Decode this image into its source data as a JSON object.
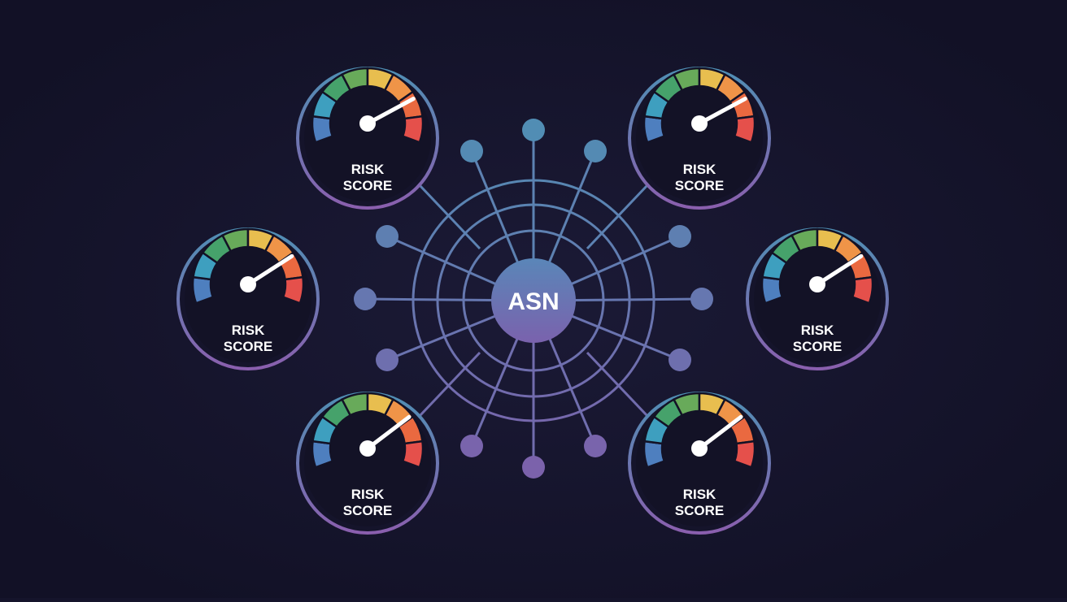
{
  "hub": {
    "label": "ASN"
  },
  "gauges": [
    {
      "id": "top-left",
      "line1": "RISK",
      "line2": "SCORE",
      "level": 0.78
    },
    {
      "id": "top-right",
      "line1": "RISK",
      "line2": "SCORE",
      "level": 0.78
    },
    {
      "id": "middle-left",
      "line1": "RISK",
      "line2": "SCORE",
      "level": 0.76
    },
    {
      "id": "middle-right",
      "line1": "RISK",
      "line2": "SCORE",
      "level": 0.76
    },
    {
      "id": "bottom-left",
      "line1": "RISK",
      "line2": "SCORE",
      "level": 0.74
    },
    {
      "id": "bottom-right",
      "line1": "RISK",
      "line2": "SCORE",
      "level": 0.74
    }
  ],
  "colors": {
    "background": "#15142b",
    "hub_top": "#5a86b8",
    "hub_bottom": "#7a62ad",
    "network_top": "#4f8fb4",
    "network_bottom": "#7e5fab",
    "needle": "#ffffff",
    "gauge_bands": [
      "#4e7fbf",
      "#3e9fbf",
      "#46a26b",
      "#68aa5a",
      "#e8be4f",
      "#ef9448",
      "#ea6940",
      "#e5504b"
    ]
  }
}
